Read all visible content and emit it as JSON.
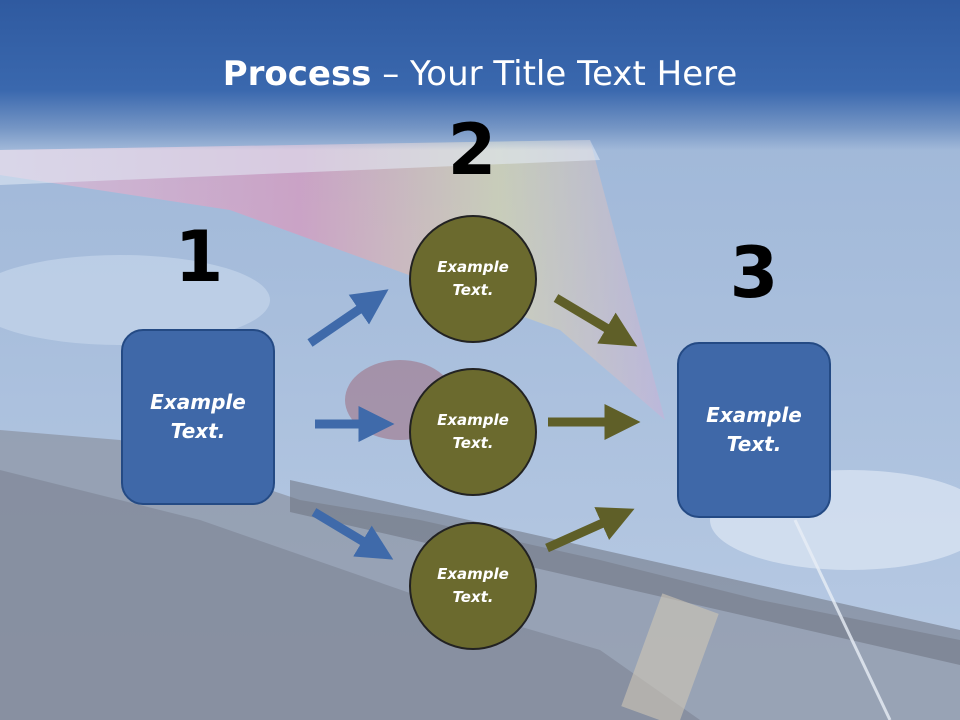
{
  "title": {
    "bold": "Process",
    "rest": " – Your Title Text Here"
  },
  "steps": [
    {
      "number": "1",
      "label": "Example\nText."
    },
    {
      "number": "2",
      "label": "Example\nText."
    },
    {
      "number": "3",
      "label": "Example\nText."
    }
  ],
  "circles": [
    {
      "label": "Example\nText."
    },
    {
      "label": "Example\nText."
    },
    {
      "label": "Example\nText."
    }
  ],
  "colors": {
    "blue_box": "#3f68a8",
    "olive_circle": "#6b6a2e",
    "blue_arrow": "#3f6aaa",
    "olive_arrow": "#5f5f28"
  }
}
